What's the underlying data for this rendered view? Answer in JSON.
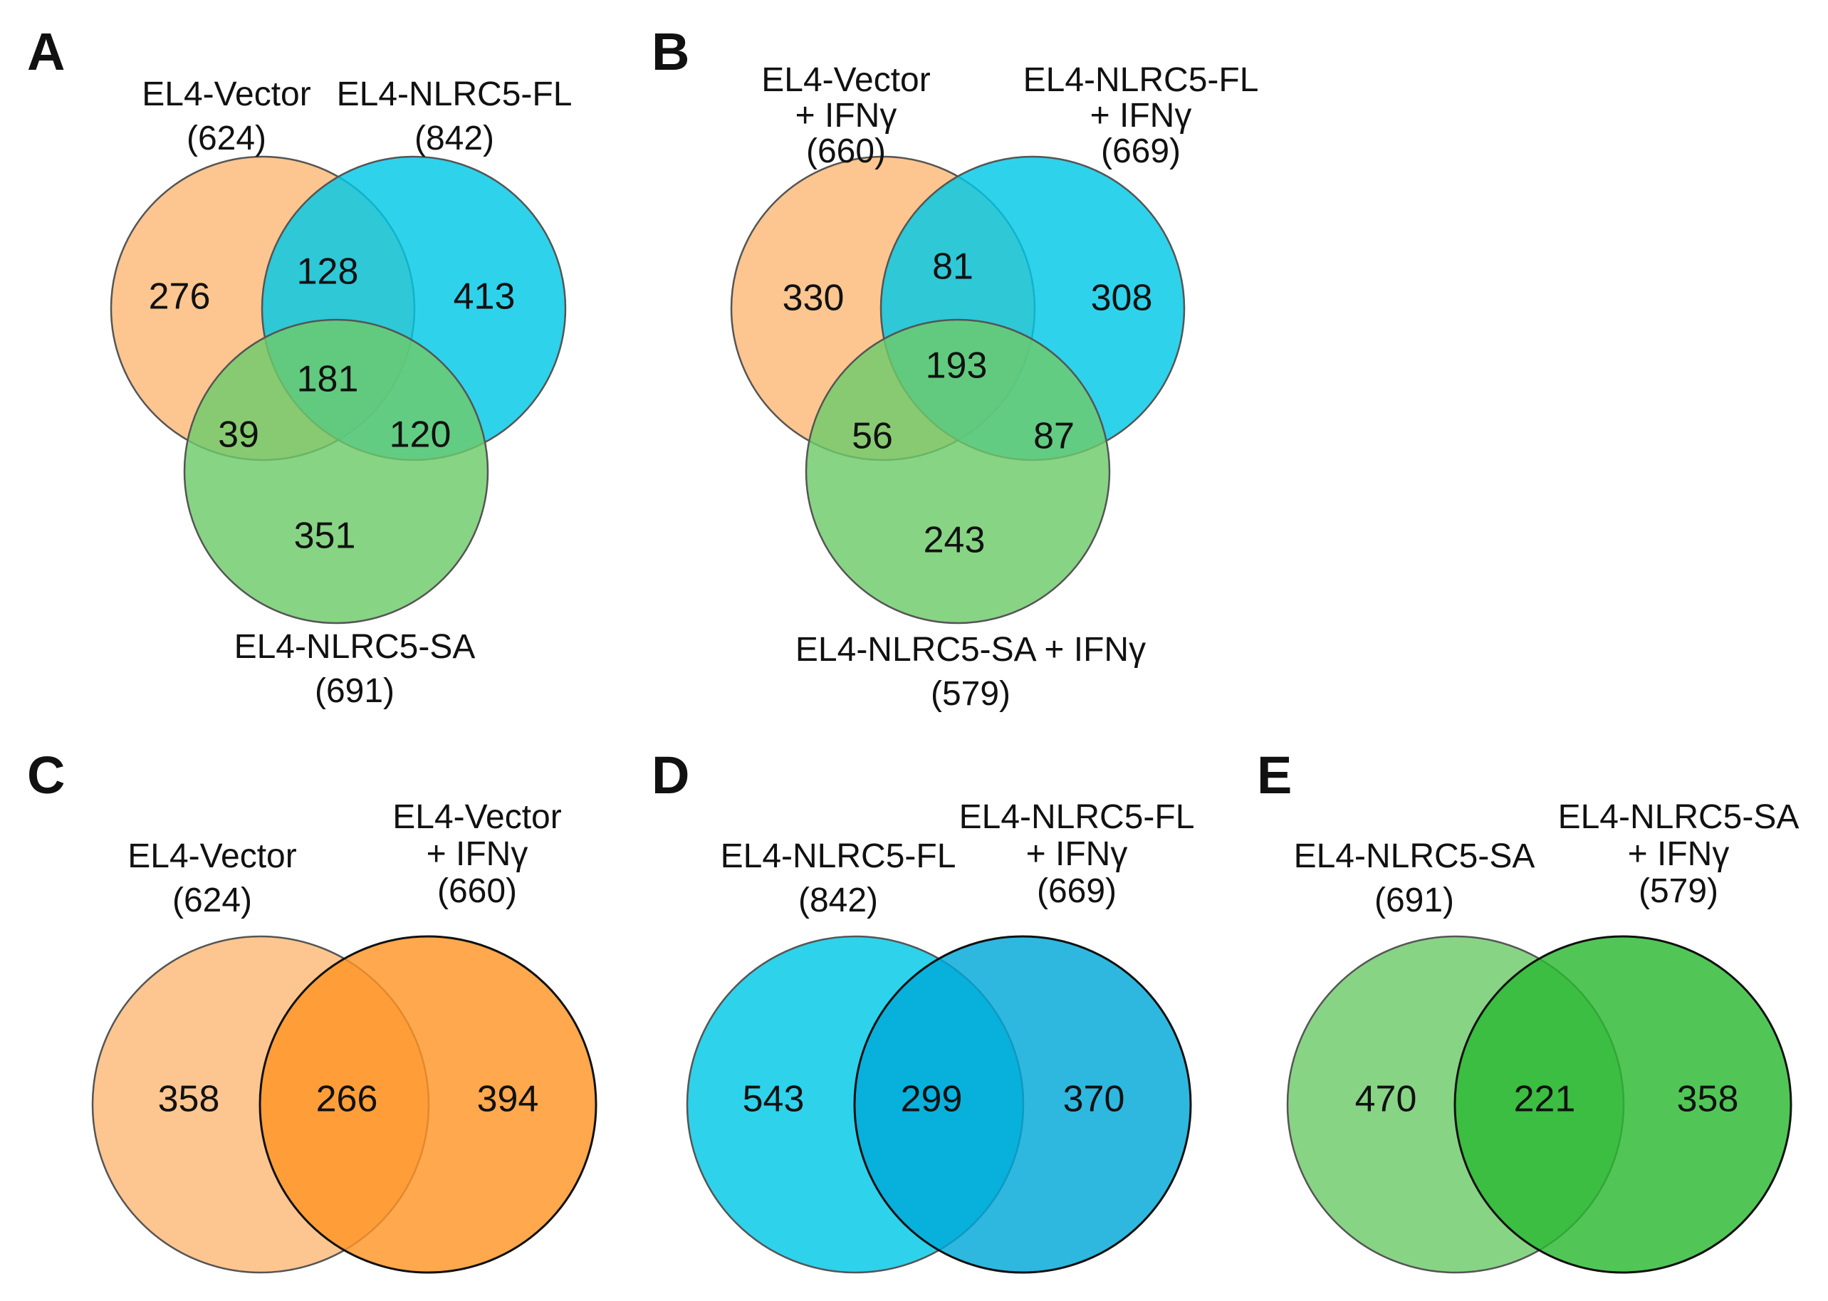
{
  "panels": [
    {
      "letter": "A",
      "type": "venn3",
      "sets": [
        {
          "label_lines": [
            "EL4-Vector",
            "(624)"
          ],
          "color": "#FDB978"
        },
        {
          "label_lines": [
            "EL4-NLRC5-FL",
            "(842)"
          ],
          "color": "#00C8E6"
        },
        {
          "label_lines": [
            "EL4-NLRC5-SA",
            "(691)"
          ],
          "color": "#6ECB6A"
        }
      ],
      "regions": {
        "a_only": "276",
        "ab": "128",
        "b_only": "413",
        "abc": "181",
        "ac": "39",
        "bc": "120",
        "c_only": "351"
      }
    },
    {
      "letter": "B",
      "type": "venn3",
      "sets": [
        {
          "label_lines": [
            "EL4-Vector",
            "+ IFNγ",
            "(660)"
          ],
          "color": "#FDB978"
        },
        {
          "label_lines": [
            "EL4-NLRC5-FL",
            "+ IFNγ",
            "(669)"
          ],
          "color": "#00C8E6"
        },
        {
          "label_lines": [
            "EL4-NLRC5-SA + IFNγ",
            "(579)"
          ],
          "color": "#6ECB6A"
        }
      ],
      "regions": {
        "a_only": "330",
        "ab": "81",
        "b_only": "308",
        "abc": "193",
        "ac": "56",
        "bc": "87",
        "c_only": "243"
      }
    },
    {
      "letter": "C",
      "type": "venn2",
      "sets": [
        {
          "label_lines": [
            "EL4-Vector",
            "(624)"
          ],
          "color": "#FDB978"
        },
        {
          "label_lines": [
            "EL4-Vector",
            "+ IFNγ",
            "(660)"
          ],
          "color": "#FF9526"
        }
      ],
      "regions": {
        "a_only": "358",
        "ab": "266",
        "b_only": "394"
      }
    },
    {
      "letter": "D",
      "type": "venn2",
      "sets": [
        {
          "label_lines": [
            "EL4-NLRC5-FL",
            "(842)"
          ],
          "color": "#00C8E6"
        },
        {
          "label_lines": [
            "EL4-NLRC5-FL",
            "+ IFNγ",
            "(669)"
          ],
          "color": "#00A8D8"
        }
      ],
      "regions": {
        "a_only": "543",
        "ab": "299",
        "b_only": "370"
      }
    },
    {
      "letter": "E",
      "type": "venn2",
      "sets": [
        {
          "label_lines": [
            "EL4-NLRC5-SA",
            "(691)"
          ],
          "color": "#6ECB6A"
        },
        {
          "label_lines": [
            "EL4-NLRC5-SA",
            "+ IFNγ",
            "(579)"
          ],
          "color": "#2BBA32"
        }
      ],
      "regions": {
        "a_only": "470",
        "ab": "221",
        "b_only": "358"
      }
    }
  ]
}
